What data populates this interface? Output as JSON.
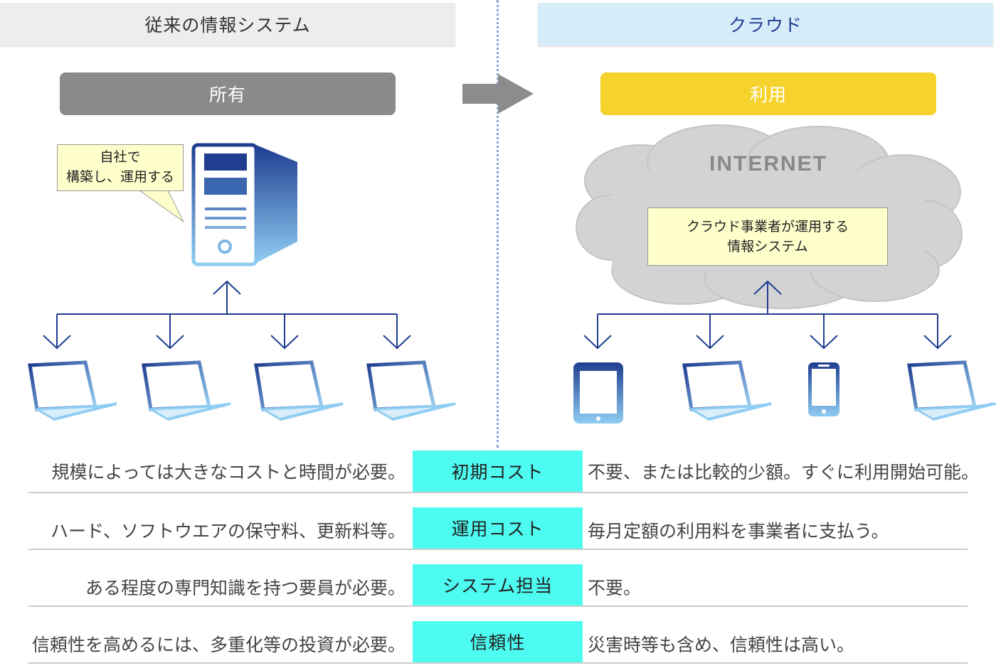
{
  "header": {
    "left_title": "従来の情報システム",
    "right_title": "クラウド"
  },
  "left": {
    "pill_label": "所有",
    "callout_line1": "自社で",
    "callout_line2": "構築し、運用する"
  },
  "right": {
    "pill_label": "利用",
    "cloud_title": "INTERNET",
    "cloud_line1": "クラウド事業者が運用する",
    "cloud_line2": "情報システム"
  },
  "comparison": [
    {
      "category": "初期コスト",
      "traditional": "規模によっては大きなコストと時間が必要。",
      "cloud": "不要、または比較的少額。すぐに利用開始可能。"
    },
    {
      "category": "運用コスト",
      "traditional": "ハード、ソフトウエアの保守料、更新料等。",
      "cloud": "毎月定額の利用料を事業者に支払う。"
    },
    {
      "category": "システム担当",
      "traditional": "ある程度の専門知識を持つ要員が必要。",
      "cloud": "不要。"
    },
    {
      "category": "信頼性",
      "traditional": "信頼性を高めるには、多重化等の投資が必要。",
      "cloud": "災害時等も含め、信頼性は高い。"
    }
  ],
  "colors": {
    "owned": "#8a8a8a",
    "use": "#f6d22c",
    "category_bg": "#4dfbf1",
    "device_blue": "#1f3d91"
  },
  "icons": [
    "server-icon",
    "laptop-icon",
    "tablet-icon",
    "smartphone-icon",
    "cloud-icon",
    "arrow-right-icon"
  ]
}
